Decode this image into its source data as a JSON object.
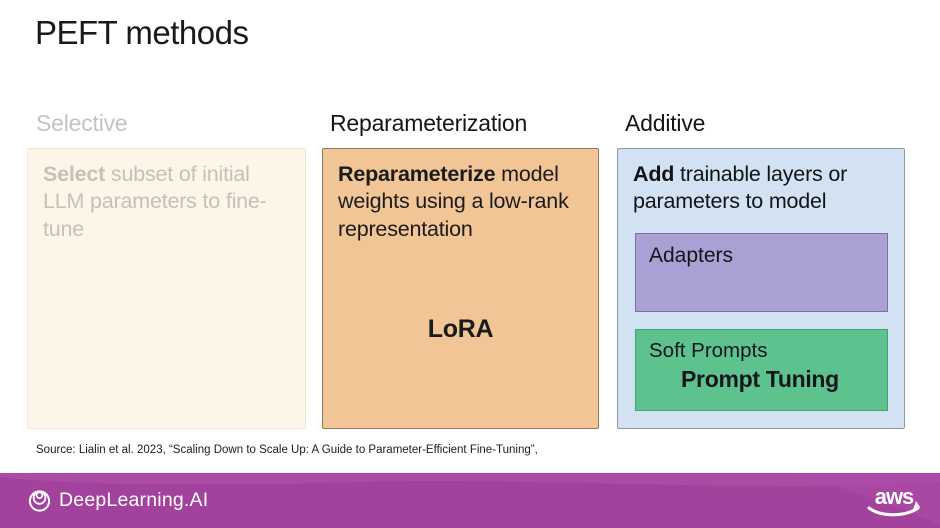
{
  "slide": {
    "title": "PEFT methods",
    "columns": [
      {
        "header": "Selective",
        "desc_bold": "Select",
        "desc_rest": " subset of initial LLM parameters to fine-tune"
      },
      {
        "header": "Reparameterization",
        "desc_bold": "Reparameterize",
        "desc_rest": " model weights using a low-rank representation",
        "method": "LoRA"
      },
      {
        "header": "Additive",
        "desc_bold": "Add",
        "desc_rest": " trainable layers or parameters to model",
        "adapters_label": "Adapters",
        "soft_prompts_label": "Soft Prompts",
        "soft_prompts_method": "Prompt Tuning"
      }
    ],
    "source": "Source: Lialin et al. 2023, “Scaling Down to Scale Up: A Guide to Parameter-Efficient Fine-Tuning”,",
    "footer": {
      "brand": "DeepLearning.AI",
      "partner_logo": "aws"
    },
    "colors": {
      "selective_bg": "#fdf6e8",
      "selective_border": "#f1e6d1",
      "selective_text": "#c5c1b8",
      "selective_header": "#c6c3bf",
      "reparam_bg": "#f2c596",
      "reparam_border": "#8f7a5e",
      "reparam_text": "#1b1b1b",
      "additive_bg": "#d2e2f2",
      "additive_border": "#8d9aa9",
      "additive_text": "#101418",
      "adapters_bg": "#a9a1d3",
      "adapters_border": "#77739a",
      "soft_prompts_bg": "#5ec28f",
      "soft_prompts_border": "#44a375",
      "footer_bg": "#a2429c",
      "footer_wave": "#ad4fa7",
      "text_dark": "#1a1a1a"
    }
  }
}
